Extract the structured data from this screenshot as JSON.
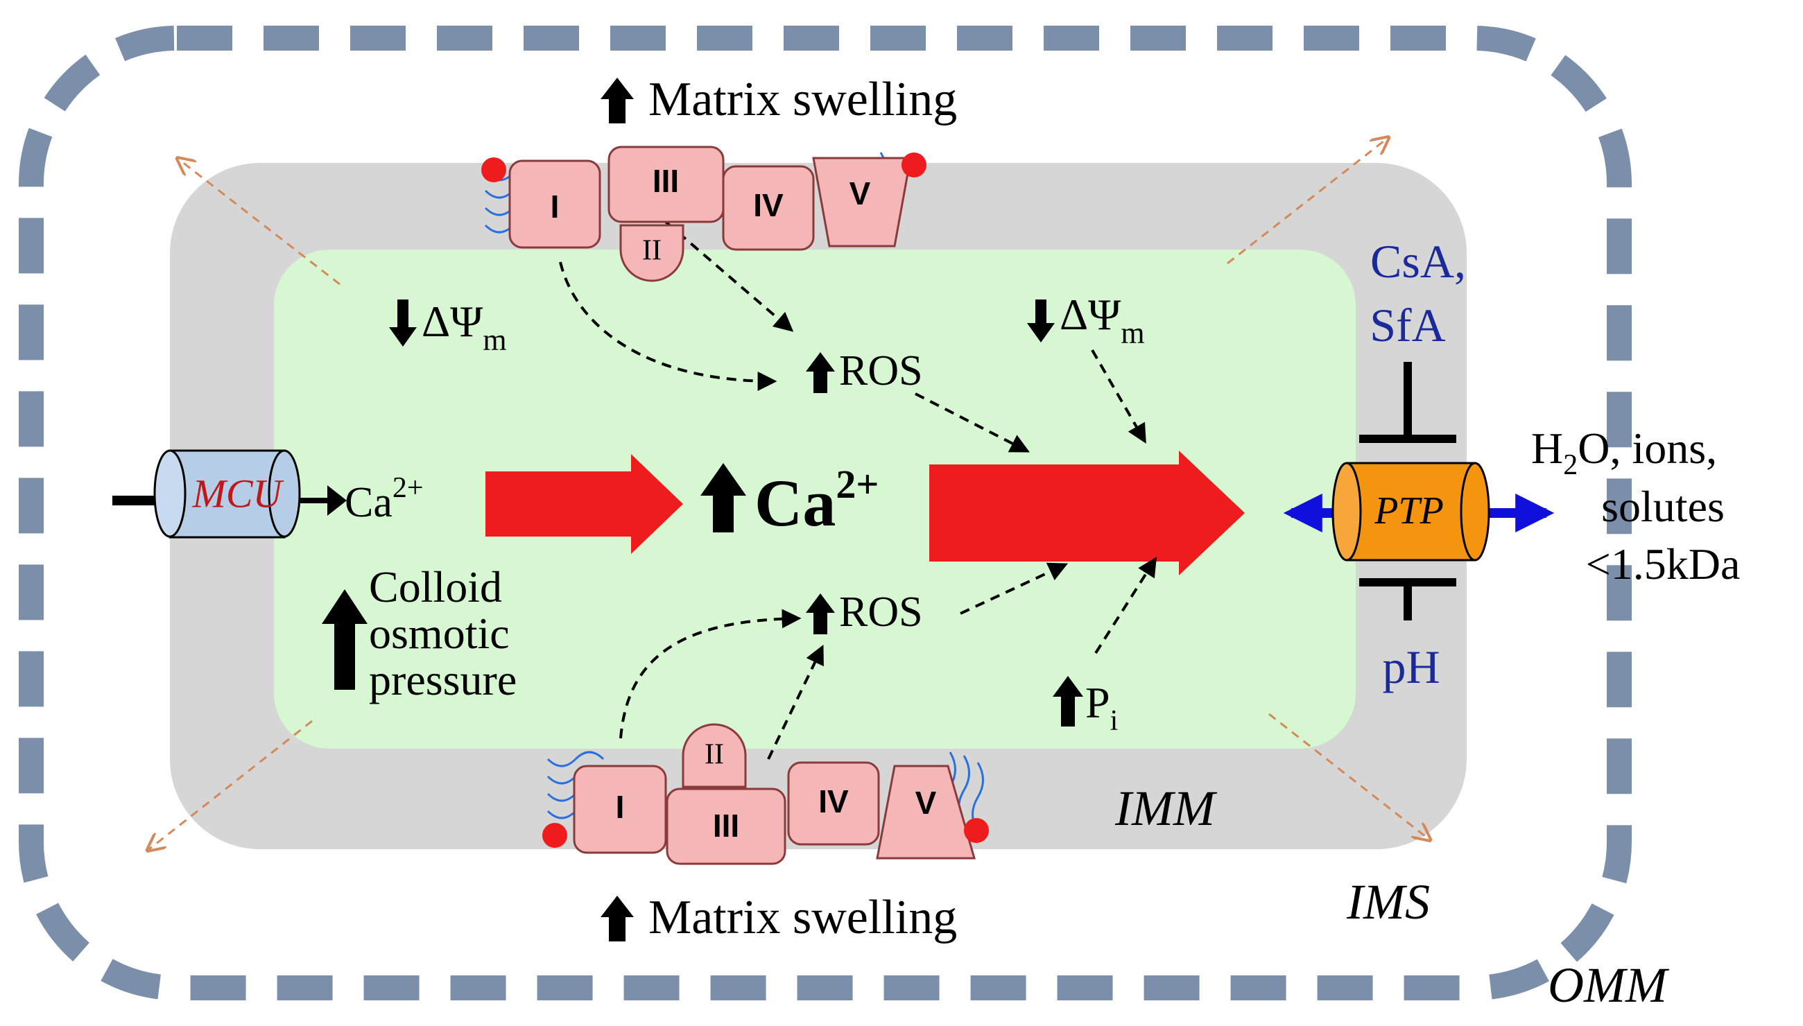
{
  "labels": {
    "matrix_swelling_top": "Matrix  swelling",
    "matrix_swelling_bottom": "Matrix  swelling",
    "delta_psi_left": "ΔΨ",
    "delta_psi_left_sub": "m",
    "delta_psi_right": "ΔΨ",
    "delta_psi_right_sub": "m",
    "ros_top": "ROS",
    "ros_bottom": "ROS",
    "ca_in": "Ca",
    "ca_in_sup": "2+",
    "ca_center": "Ca",
    "ca_center_sup": "2+",
    "colloid_line1": "Colloid",
    "colloid_line2": "osmotic",
    "colloid_line3": "pressure",
    "pi": "P",
    "pi_sub": "i",
    "csa": "CsA,",
    "sfa": "SfA",
    "ph": "pH",
    "h2o_h": "H",
    "h2o_sub": "2",
    "h2o_rest": "O, ions,",
    "solutes": "solutes",
    "size": "<1.5kDa",
    "mcu": "MCU",
    "ptp": "PTP",
    "imm": "IMM",
    "ims": "IMS",
    "omm": "OMM"
  },
  "complexes_top": {
    "c1": "I",
    "c2": "II",
    "c3": "III",
    "c4": "IV",
    "c5": "V"
  },
  "complexes_bottom": {
    "c1": "I",
    "c2": "II",
    "c3": "III",
    "c4": "IV",
    "c5": "V"
  },
  "colors": {
    "omm_dash": "#7b8fab",
    "ims_gray": "#d6d6d6",
    "matrix_green": "#d7f7d2",
    "ca_arrow": "#ee1c1c",
    "complex_fill": "#f4b6b6",
    "complex_stroke": "#8a3a3a",
    "mcu_fill": "#b6cde8",
    "ptp_fill": "#f5940f",
    "blue_text": "#1b2a9a",
    "blue_arrow": "#1010dd",
    "mcu_text": "#c01818",
    "orange_dash": "#d4895a"
  }
}
